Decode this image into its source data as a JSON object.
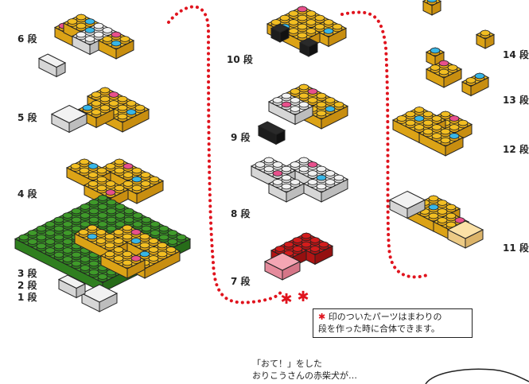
{
  "step_labels": {
    "s6": "6 段",
    "s5": "5 段",
    "s4": "4 段",
    "s3": "3 段",
    "s2": "2 段",
    "s1": "1 段",
    "s10": "10 段",
    "s9": "9 段",
    "s8": "8 段",
    "s7": "7 段",
    "s14": "14 段",
    "s13": "13 段",
    "s12": "12 段",
    "s11": "11 段"
  },
  "note": {
    "mark": "✱",
    "line1": "印のついたパーツはまわりの",
    "line2": "段を作った時に合体できます。"
  },
  "caption": {
    "line1": "「おて！」をした",
    "line2": "おりこうさんの赤柴犬が…"
  },
  "colors": {
    "yellow": "#f2be22",
    "white": "#f2f2f2",
    "green": "#3f9a2a",
    "red": "#d21c1c",
    "pink": "#f4a6b4",
    "black": "#2a2a2a",
    "cream": "#fbe1a6",
    "dotted_path": "#e0141e",
    "stud_blue": "#38b6e6",
    "stud_pink": "#e8508c"
  }
}
